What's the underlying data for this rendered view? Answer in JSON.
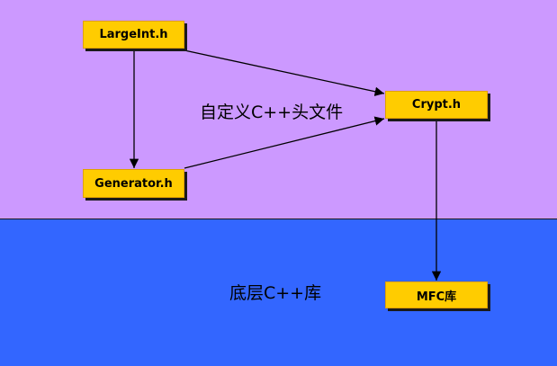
{
  "layers": {
    "top": {
      "label": "自定义C++头文件",
      "color": "#cc99ff"
    },
    "bottom": {
      "label": "底层C++库",
      "color": "#3366ff"
    }
  },
  "nodes": {
    "largeint": "LargeInt.h",
    "crypt": "Crypt.h",
    "generator": "Generator.h",
    "mfc": "MFC库"
  },
  "edges": [
    {
      "from": "LargeInt.h",
      "to": "Crypt.h"
    },
    {
      "from": "LargeInt.h",
      "to": "Generator.h"
    },
    {
      "from": "Generator.h",
      "to": "Crypt.h"
    },
    {
      "from": "Crypt.h",
      "to": "MFC库"
    }
  ],
  "colors": {
    "node_fill": "#ffcc00",
    "edge": "#000000"
  }
}
